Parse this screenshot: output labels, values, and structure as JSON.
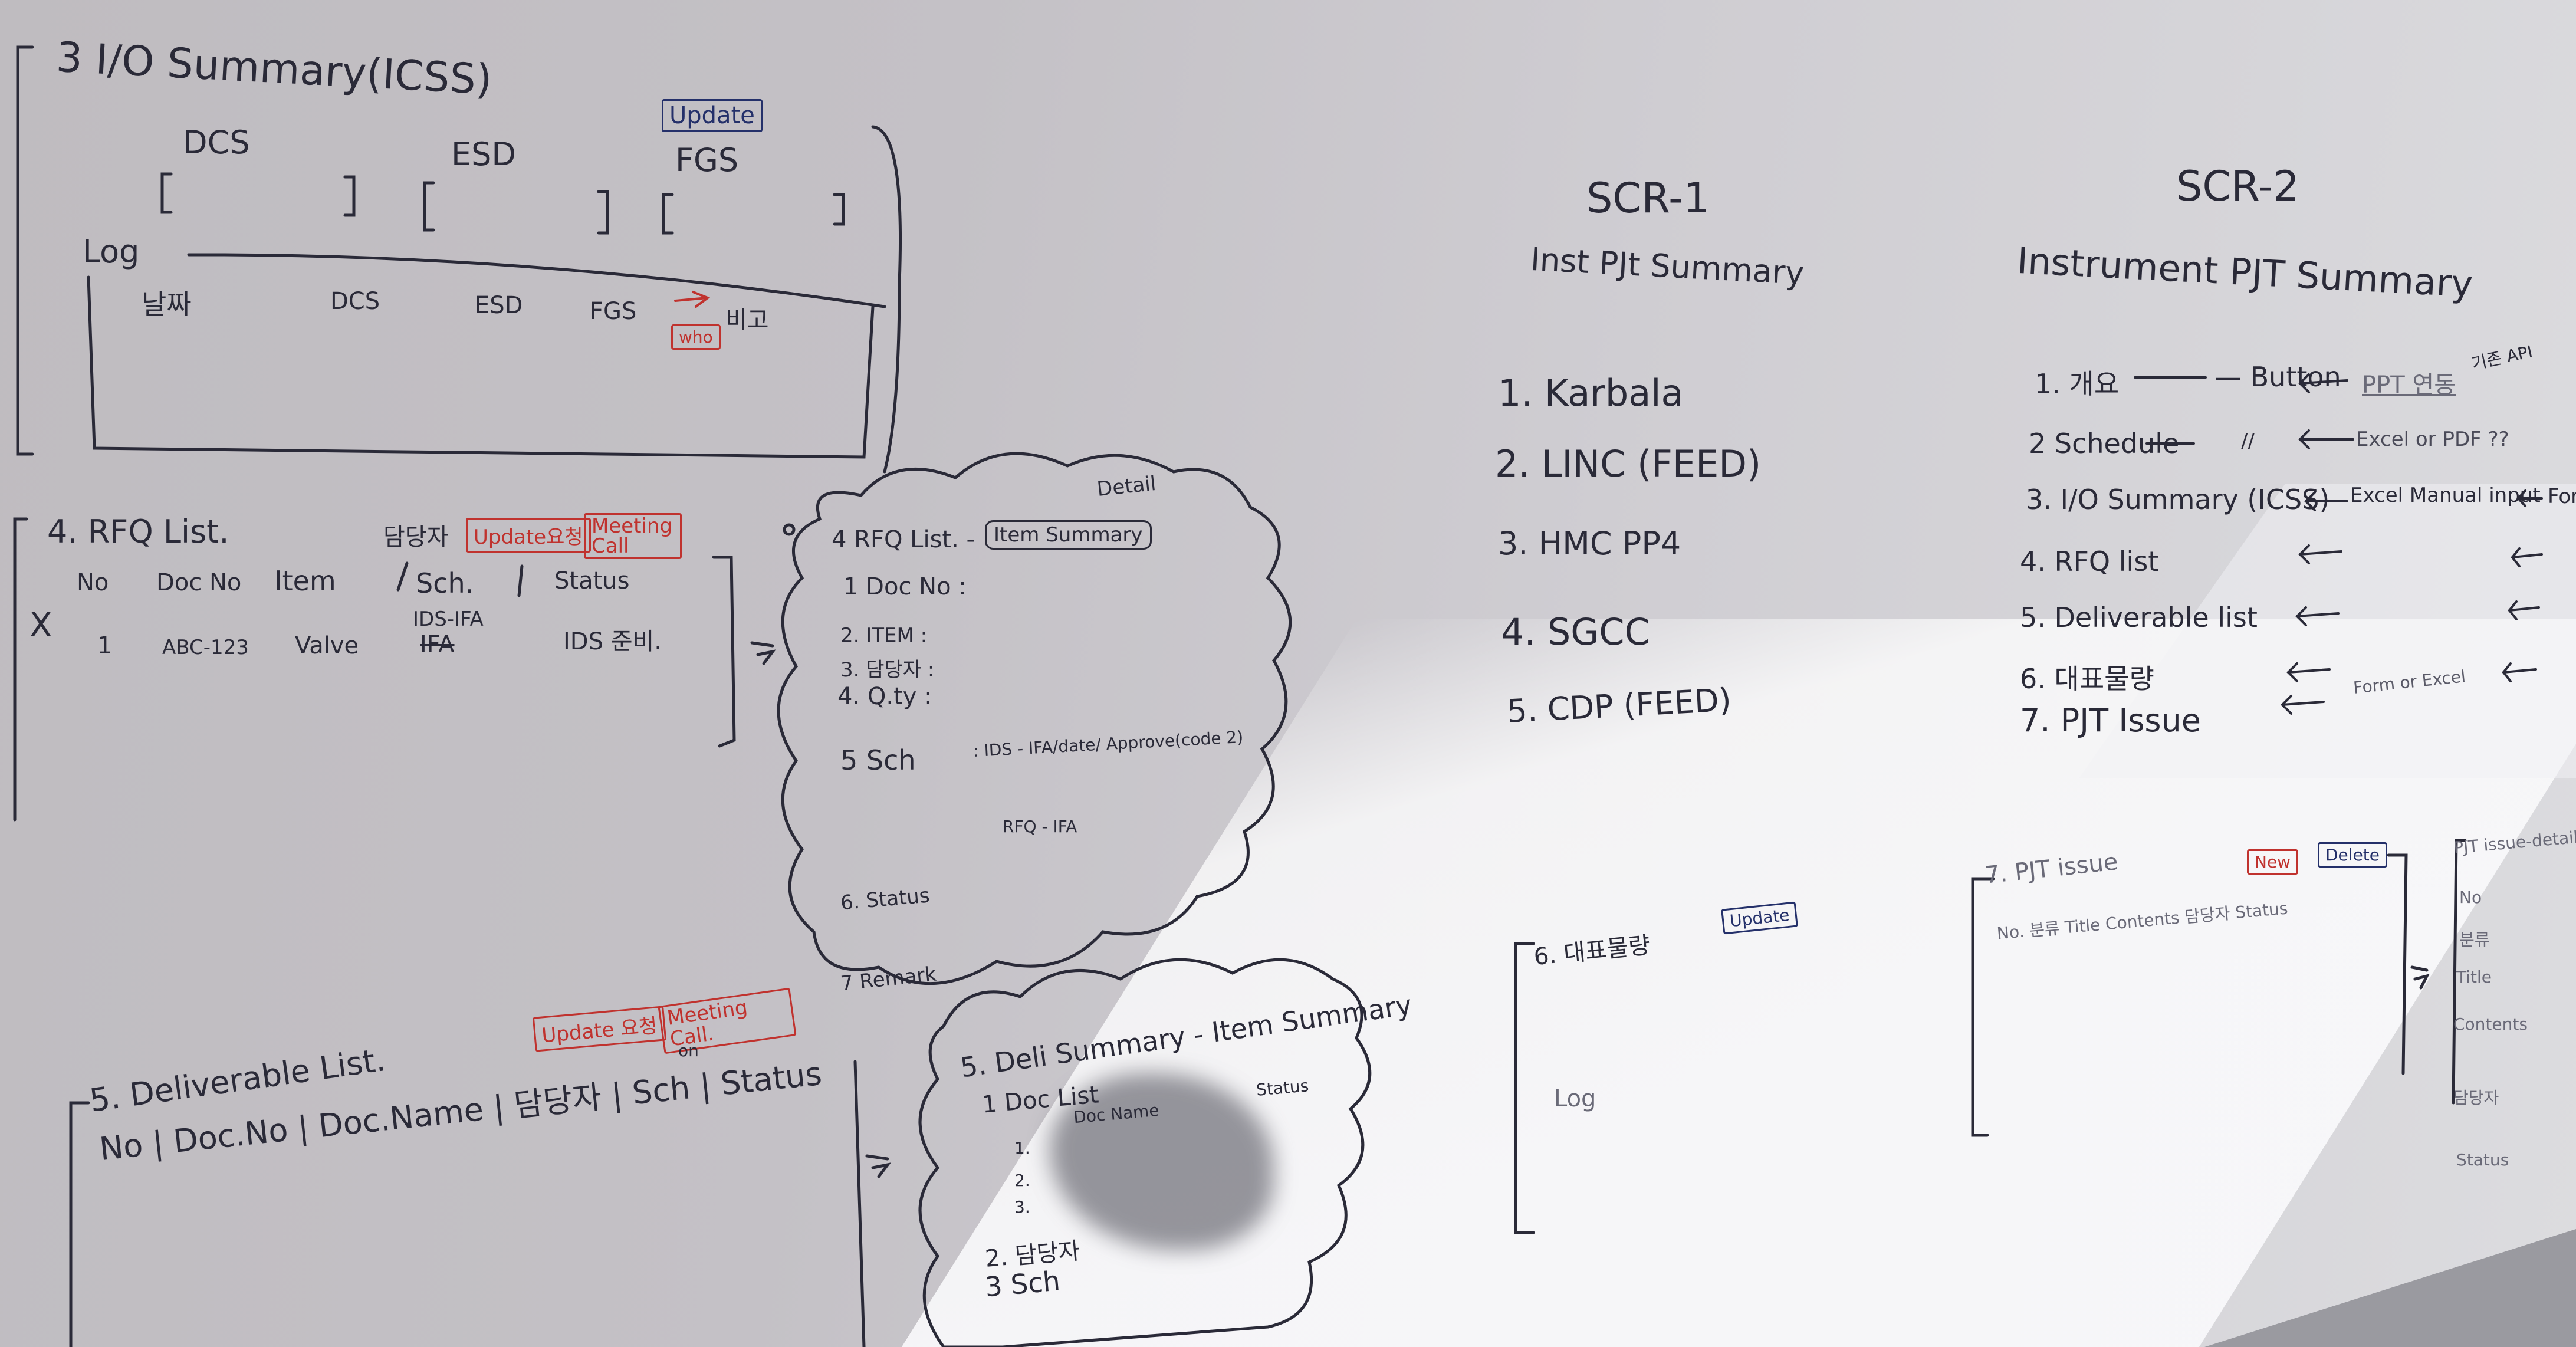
{
  "icss": {
    "title": "3 I/O Summary(ICSS)",
    "update": "Update",
    "cols": [
      "DCS",
      "ESD",
      "FGS"
    ],
    "log_label": "Log",
    "log_header": [
      "날짜",
      "DCS",
      "ESD",
      "FGS",
      "비고"
    ],
    "who": "who"
  },
  "rfq": {
    "title": "4. RFQ List.",
    "owner": "담당자",
    "update_req": "Update요청",
    "meeting": "Meeting Call",
    "header": [
      "No",
      "Doc No",
      "Item",
      "Sch.",
      "Status"
    ],
    "row": [
      "1",
      "ABC-123",
      "Valve",
      "IDS-IFA",
      "IDS 준비."
    ],
    "sch_sub": "IFA",
    "mark": "X"
  },
  "rfq_detail": {
    "detail": "Detail",
    "title": "4 RFQ List. -",
    "item_summary": "Item Summary",
    "items": [
      "1 Doc No :",
      "2. ITEM :",
      "3. 담당자 :",
      "4. Q.ty :",
      "5 Sch",
      "6. Status",
      "7 Remark"
    ],
    "sch_text": ": IDS - IFA/date/ Approve(code 2)",
    "sch_text2": "RFQ - IFA"
  },
  "deliv": {
    "title": "5. Deliverable List.",
    "update_req": "Update 요청",
    "meeting": "Meeting Call.",
    "header": "No | Doc.No | Doc.Name | 담당자 | Sch | Status",
    "on": "on"
  },
  "deli_detail": {
    "title": "5. Deli Summary - Item Summary",
    "list": "1 Doc List",
    "doc_name": "Doc Name",
    "status": "Status",
    "nums": [
      "1.",
      "2.",
      "3."
    ],
    "owner": "2. 담당자",
    "sch": "3 Sch"
  },
  "scr1": {
    "head": "SCR-1",
    "sub": "Inst PJt Summary",
    "items": [
      "1. Karbala",
      "2. LINC (FEED)",
      "3. HMC PP4",
      "4. SGCC",
      "5. CDP (FEED)"
    ]
  },
  "scr2": {
    "head": "SCR-2",
    "sub": "Instrument PJT Summary",
    "items": [
      "1. 개요",
      "2 Schedule",
      "3. I/O Summary (ICSS)",
      "4. RFQ list",
      "5. Deliverable list",
      "6. 대표물량",
      "7. PJT Issue"
    ],
    "button": "— Button",
    "ppt": "PPT 연동",
    "api": "기존 API",
    "excel_pdf": "Excel or PDF ??",
    "excel_manual": "Excel Manual input",
    "form": "Form",
    "form_excel": "Form or Excel",
    "ditto": "//"
  },
  "issue": {
    "title": "7. PJT issue",
    "new": "New",
    "delete": "Delete",
    "header": "No. 분류 Title Contents 담당자 Status",
    "detail": [
      "PJT issue-detail",
      "No",
      "분류",
      "Title",
      "Contents",
      "담당자",
      "Status"
    ]
  },
  "qty": {
    "title": "6. 대표물량",
    "update": "Update",
    "log": "Log"
  }
}
